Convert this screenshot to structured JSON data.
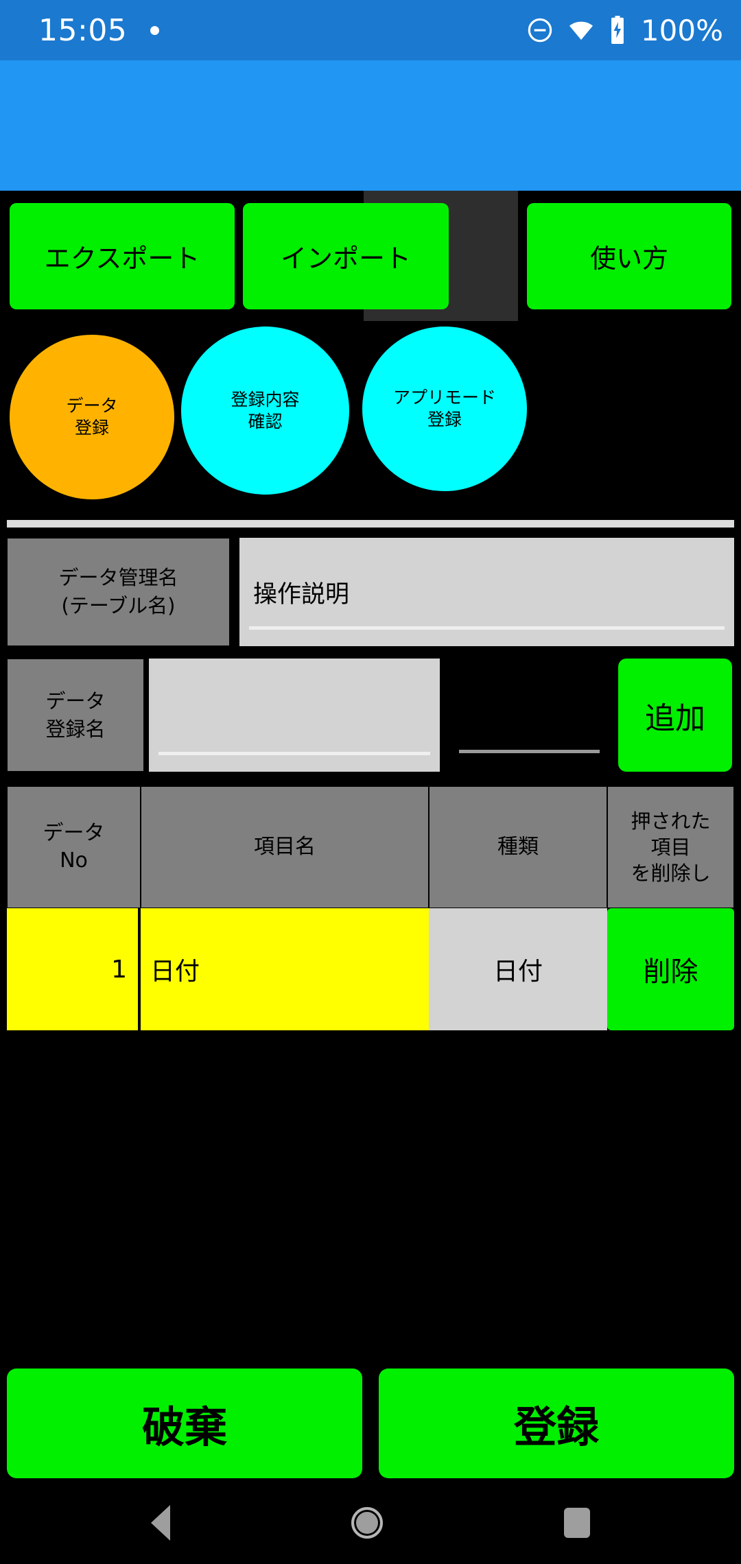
{
  "status_bar": {
    "clock": "15:05",
    "notification_dot": "•",
    "icons": [
      "do-not-disturb-icon",
      "wifi-icon",
      "battery-charging-icon"
    ],
    "battery_percent": "100%",
    "background_color": "#1b79d0"
  },
  "app_bar": {
    "background_color": "#2196f3"
  },
  "toolbar": {
    "export_label": "エクスポート",
    "import_label": "インポート",
    "howto_label": "使い方",
    "button_color": "#00f000",
    "panel_color": "#2e2e2e"
  },
  "mode_circles": [
    {
      "name": "data-entry",
      "line1": "データ",
      "line2": "登録",
      "color": "#ffb300"
    },
    {
      "name": "confirm-entries",
      "line1": "登録内容",
      "line2": "確認",
      "color": "#00ffff"
    },
    {
      "name": "app-mode-register",
      "line1": "アプリモード",
      "line2": "登録",
      "color": "#00ffff"
    }
  ],
  "form": {
    "table_name": {
      "label_line1": "データ管理名",
      "label_line2": "(テーブル名)",
      "value": "操作説明",
      "placeholder": ""
    },
    "registration_name": {
      "label_line1": "データ",
      "label_line2": "登録名",
      "value": "",
      "placeholder": "",
      "secondary_value": "",
      "add_label": "追加"
    }
  },
  "table": {
    "headers": {
      "no": "データ\nNo",
      "item_name": "項目名",
      "type": "種類",
      "delete": "押された\n項目\nを削除し"
    },
    "rows": [
      {
        "no": "1",
        "item_name": "日付",
        "type": "日付",
        "delete_label": "削除"
      }
    ]
  },
  "bottom": {
    "discard_label": "破棄",
    "register_label": "登録"
  },
  "nav_bar": {
    "back": "back-icon",
    "home": "home-icon",
    "recents": "recents-icon"
  }
}
